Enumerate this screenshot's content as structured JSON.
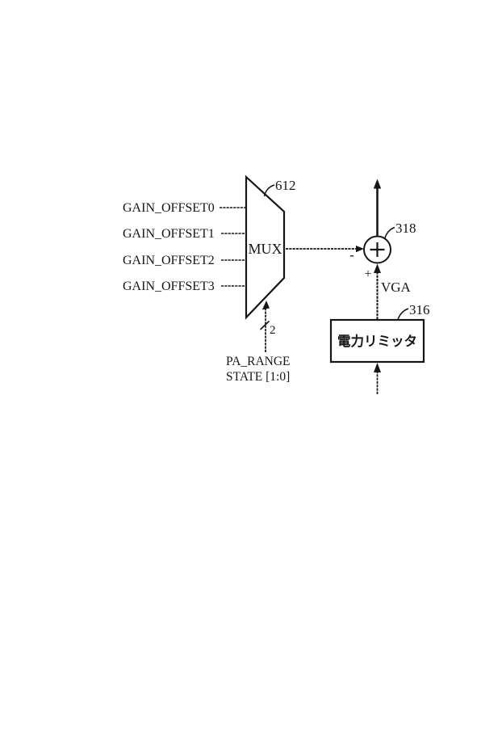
{
  "page": {
    "background_color": "#ffffff",
    "ink_color": "#161616"
  },
  "diagram": {
    "mux": {
      "label": "MUX",
      "ref": "612",
      "inputs": [
        {
          "label": "GAIN_OFFSET0"
        },
        {
          "label": "GAIN_OFFSET1"
        },
        {
          "label": "GAIN_OFFSET2"
        },
        {
          "label": "GAIN_OFFSET3"
        }
      ],
      "select": {
        "bus_width": "2",
        "label_line1": "PA_RANGE",
        "label_line2": "STATE [1:0]"
      }
    },
    "summer": {
      "ref": "318",
      "symbol": "+",
      "negative_port": "-",
      "positive_port": "+",
      "lower_input_label": "VGA"
    },
    "limiter": {
      "label": "電力リミッタ",
      "ref": "316"
    }
  }
}
